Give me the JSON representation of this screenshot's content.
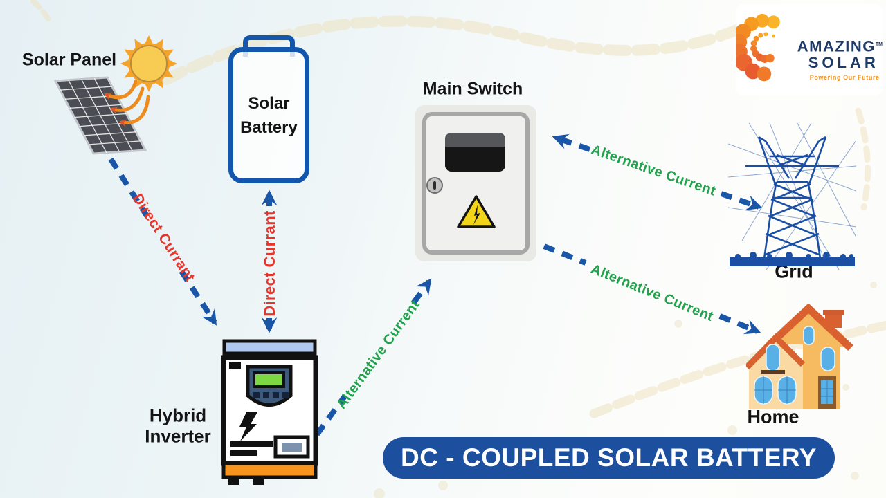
{
  "title": {
    "text": "DC - COUPLED SOLAR BATTERY"
  },
  "logo": {
    "name_line1": "AMAZING",
    "name_line2": "SOLAR",
    "trademark": "TM",
    "tagline": "Powering Our Future"
  },
  "nodes": {
    "solar_panel": {
      "label": "Solar Panel"
    },
    "solar_battery": {
      "line1": "Solar",
      "line2": "Battery"
    },
    "main_switch": {
      "label": "Main Switch"
    },
    "hybrid_inverter": {
      "line1": "Hybrid",
      "line2": "Inverter"
    },
    "grid": {
      "label": "Grid"
    },
    "home": {
      "label": "Home"
    }
  },
  "connections": [
    {
      "from": "Solar Panel",
      "to": "Hybrid Inverter",
      "label": "Direct Currant",
      "current_type": "DC",
      "bidirectional": false
    },
    {
      "from": "Solar Battery",
      "to": "Hybrid Inverter",
      "label": "Direct Currant",
      "current_type": "DC",
      "bidirectional": true
    },
    {
      "from": "Hybrid Inverter",
      "to": "Main Switch",
      "label": "Alternative Current",
      "current_type": "AC",
      "bidirectional": false
    },
    {
      "from": "Main Switch",
      "to": "Grid",
      "label": "Alternative Current",
      "current_type": "AC",
      "bidirectional": true
    },
    {
      "from": "Main Switch",
      "to": "Home",
      "label": "Alternative Current",
      "current_type": "AC",
      "bidirectional": false
    }
  ],
  "colors": {
    "dc_label": "#e8352b",
    "ac_label": "#21a24c",
    "arrow_blue": "#1a56a8",
    "battery_blue": "#1257ad",
    "title_bg": "#1d4f9f",
    "logo_navy": "#1e3a66",
    "logo_orange": "#f5911e",
    "inverter_orange": "#f7941e"
  }
}
